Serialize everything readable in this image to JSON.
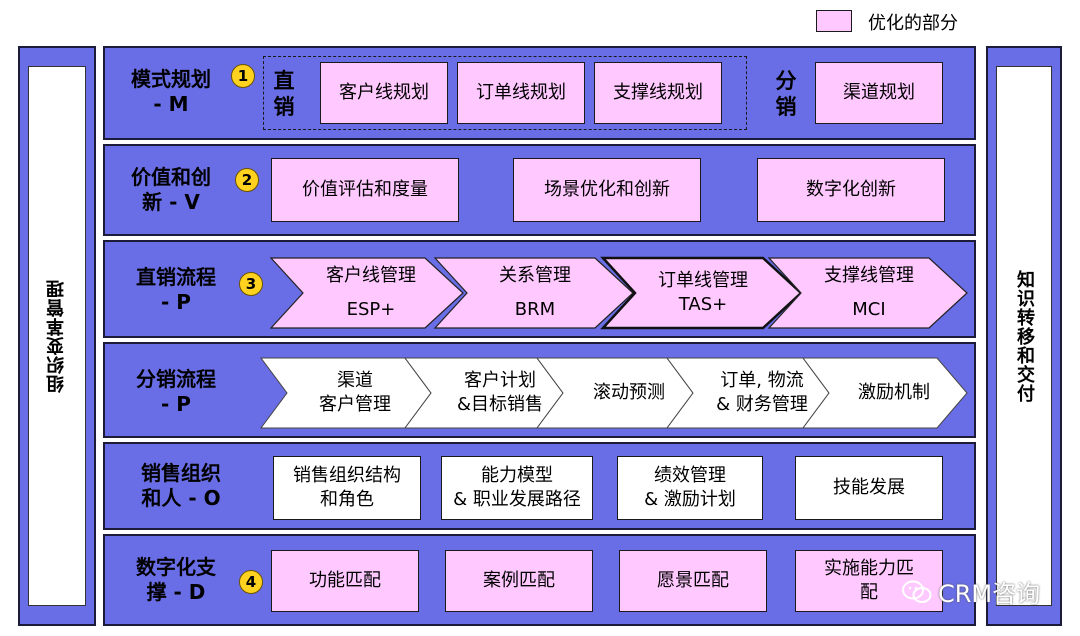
{
  "legend": {
    "label": "优化的部分",
    "color": "#ffc8ff"
  },
  "left_bar": {
    "label": "组织变革管理"
  },
  "right_bar": {
    "label": "知识转移和交付"
  },
  "rows": {
    "m": {
      "label_line1": "模式规划",
      "label_line2": "- M",
      "badge": "1",
      "group_direct": "直销",
      "direct_items": [
        "客户线规划",
        "订单线规划",
        "支撑线规划"
      ],
      "group_dist": "分销",
      "dist_items": [
        "渠道规划"
      ]
    },
    "v": {
      "label_line1": "价值和创",
      "label_line2": "新 - V",
      "badge": "2",
      "items": [
        "价值评估和度量",
        "场景优化和创新",
        "数字化创新"
      ]
    },
    "p1": {
      "label_line1": "直销流程",
      "label_line2": "- P",
      "badge": "3",
      "steps": [
        {
          "line1": "客户线管理",
          "line2": "ESP+"
        },
        {
          "line1": "关系管理",
          "line2": "BRM"
        },
        {
          "line1": "订单线管理",
          "line2": "TAS+"
        },
        {
          "line1": "支撑线管理",
          "line2": "MCI"
        }
      ]
    },
    "p2": {
      "label_line1": "分销流程",
      "label_line2": "- P",
      "steps": [
        {
          "line1": "渠道",
          "line2": "客户管理"
        },
        {
          "line1": "客户计划",
          "line2": "&目标销售"
        },
        {
          "line1": "滚动预测",
          "line2": ""
        },
        {
          "line1": "订单, 物流",
          "line2": "& 财务管理"
        },
        {
          "line1": "激励机制",
          "line2": ""
        }
      ]
    },
    "o": {
      "label_line1": "销售组织",
      "label_line2": "和人 - O",
      "items": [
        {
          "line1": "销售组织结构",
          "line2": "和角色"
        },
        {
          "line1": "能力模型",
          "line2": "& 职业发展路径"
        },
        {
          "line1": "绩效管理",
          "line2": "& 激励计划"
        },
        {
          "line1": "技能发展",
          "line2": ""
        }
      ]
    },
    "d": {
      "label_line1": "数字化支",
      "label_line2": "撑 - D",
      "badge": "4",
      "items": [
        "功能匹配",
        "案例匹配",
        "愿景匹配"
      ],
      "last_item_line1": "实施能力匹",
      "last_item_line2": "配"
    }
  },
  "watermark": {
    "text": "CRM咨询"
  },
  "colors": {
    "band": "#6a6ee6",
    "highlight": "#ffc8ff",
    "badge": "#ffd21f"
  }
}
